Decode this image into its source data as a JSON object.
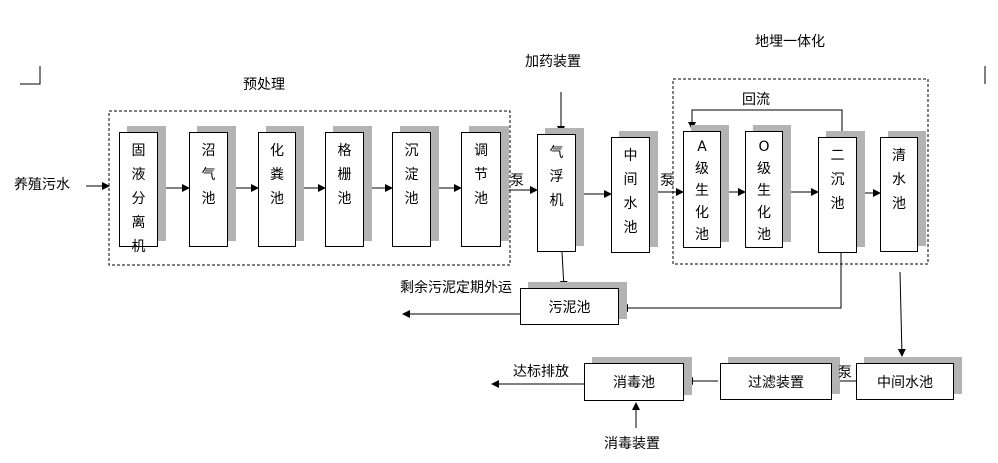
{
  "labels": {
    "pretreatment": "预处理",
    "dosing": "加药装置",
    "buried_integrated": "地埋一体化",
    "reflux": "回流",
    "inlet": "养殖污水",
    "pump1": "泵",
    "pump2": "泵",
    "pump3": "泵",
    "sludge_out": "剩余污泥定期外运",
    "discharge": "达标排放",
    "disinfect_device": "消毒装置"
  },
  "boxes": {
    "separator": "固\n液\n分\n离\n机",
    "biogas": "沼\n气\n池",
    "manure": "化\n粪\n池",
    "grille": "格\n栅\n池",
    "settling": "沉\n淀\n池",
    "regulating": "调\n节\n池",
    "flotation": "气\n浮\n机",
    "middle_pool": "中\n间\n水\n池",
    "a_bio": "A\n级\n生\n化\n池",
    "o_bio": "O\n级\n生\n化\n池",
    "secondary_sed": "二\n沉\n池",
    "clear_water": "清\n水\n池",
    "sludge_pool": "污泥池",
    "middle_pool_2": "中间水池",
    "filter": "过滤装置",
    "disinfect_pool": "消毒池"
  }
}
